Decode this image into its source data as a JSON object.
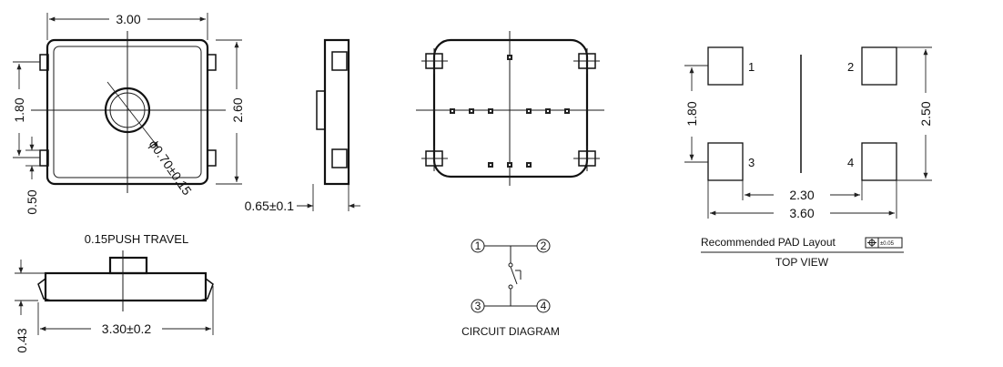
{
  "dimensions": {
    "top_width": "3.00",
    "body_height": "2.60",
    "left_height": "1.80",
    "terminal_width": "0.50",
    "actuator_diameter": "ϕ0.70±0.15",
    "side_thickness": "0.65±0.1",
    "front_height": "0.43",
    "front_length": "3.30±0.2",
    "pad_pitch_vertical": "1.80",
    "pad_span_vertical": "2.50",
    "pad_gap": "2.30",
    "pad_span": "3.60"
  },
  "labels": {
    "push_travel": "0.15PUSH TRAVEL",
    "circuit_caption": "CIRCUIT DIAGRAM",
    "pad_caption": "Recommended PAD Layout",
    "tolerance": "±0.05",
    "view_caption": "TOP VIEW"
  },
  "pads": [
    "1",
    "2",
    "3",
    "4"
  ],
  "circuit_pins": [
    "1",
    "2",
    "3",
    "4"
  ]
}
